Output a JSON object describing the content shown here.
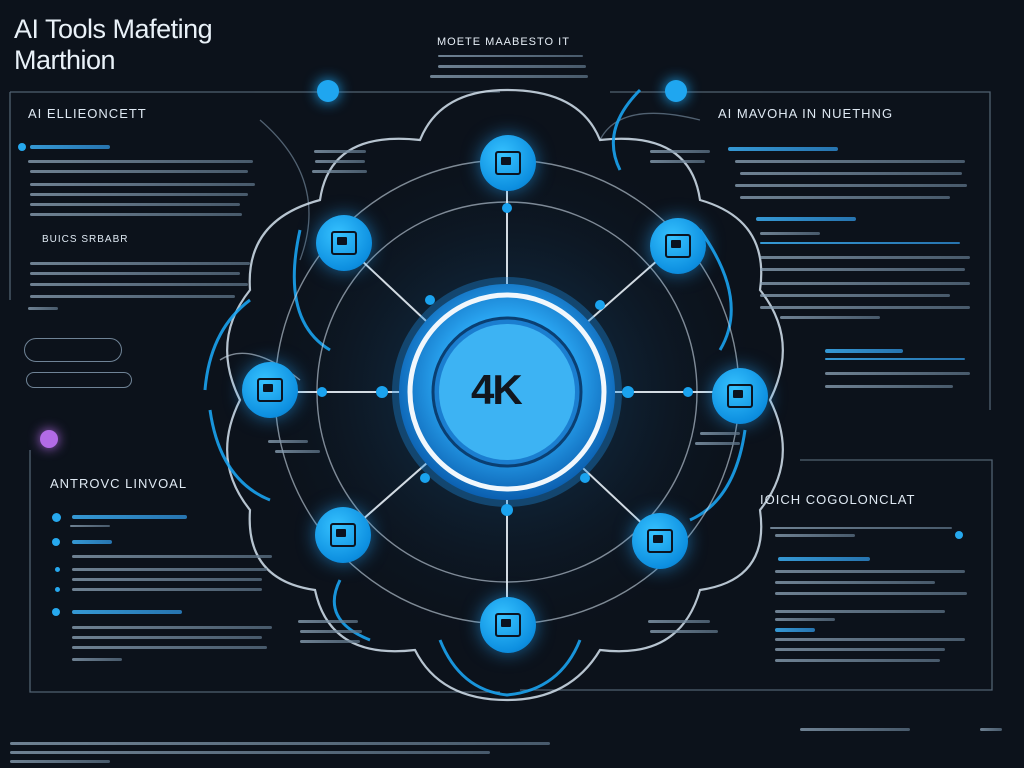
{
  "header": {
    "title_line1": "AI Tools Mafeting",
    "title_line2": "Marthion",
    "center_title": "MOETE MAABESTO IT"
  },
  "sections": {
    "top_left": "AI ELLIEONCETT",
    "top_right": "AI MAVOHA IN NUETHNG",
    "bottom_left": "ANTROVC LINVOAL",
    "bottom_right": "IOICH COGOLONCLAT",
    "left_sub": "BUICS SRBABR"
  },
  "hub": {
    "label": "4K"
  },
  "icons": {
    "nodes": [
      "monitor-icon",
      "display-icon",
      "tool-icon",
      "chart-icon",
      "window-icon",
      "document-icon",
      "app-icon",
      "camera-icon"
    ],
    "top_dot": "target-icon"
  },
  "colors": {
    "accent": "#1fa6f0",
    "background": "#0c121b",
    "hub": "#1a9bf0"
  }
}
